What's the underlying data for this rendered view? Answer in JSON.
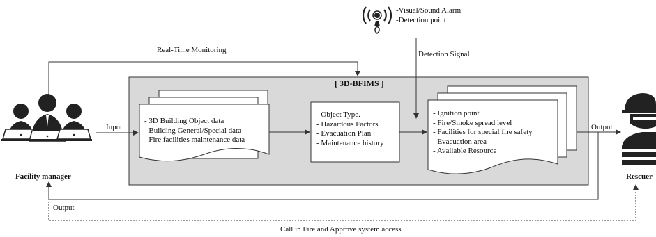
{
  "alarm": {
    "icon": "alarm-sensor-icon",
    "lines": [
      "-Visual/Sound Alarm",
      "-Detection point"
    ]
  },
  "labels": {
    "real_time_monitoring": "Real-Time Monitoring",
    "detection_signal": "Detection Signal",
    "input": "Input",
    "output_right": "Output",
    "output_left": "Output",
    "call_in_fire": "Call in Fire  and Approve system access"
  },
  "system": {
    "title": "[ 3D-BFIMS ]"
  },
  "input_doc": {
    "items": [
      "3D Building Object data",
      "Building General/Special data",
      "Fire facilities maintenance data"
    ]
  },
  "process_box": {
    "items": [
      "Object Type.",
      "Hazardous Factors",
      "Evacuation Plan",
      "Maintenance history"
    ]
  },
  "output_doc": {
    "items": [
      "Ignition point",
      "Fire/Smoke spread level",
      "Facilities for special fire safety",
      "Evacuation area",
      "Available Resource"
    ]
  },
  "actors": {
    "facility_manager": "Facility manager",
    "rescuer": "Rescuer",
    "facility_manager_icon": "facility-manager-group-icon",
    "rescuer_icon": "firefighter-icon"
  },
  "colors": {
    "system_fill": "#d9d9d9",
    "line": "#333333"
  }
}
